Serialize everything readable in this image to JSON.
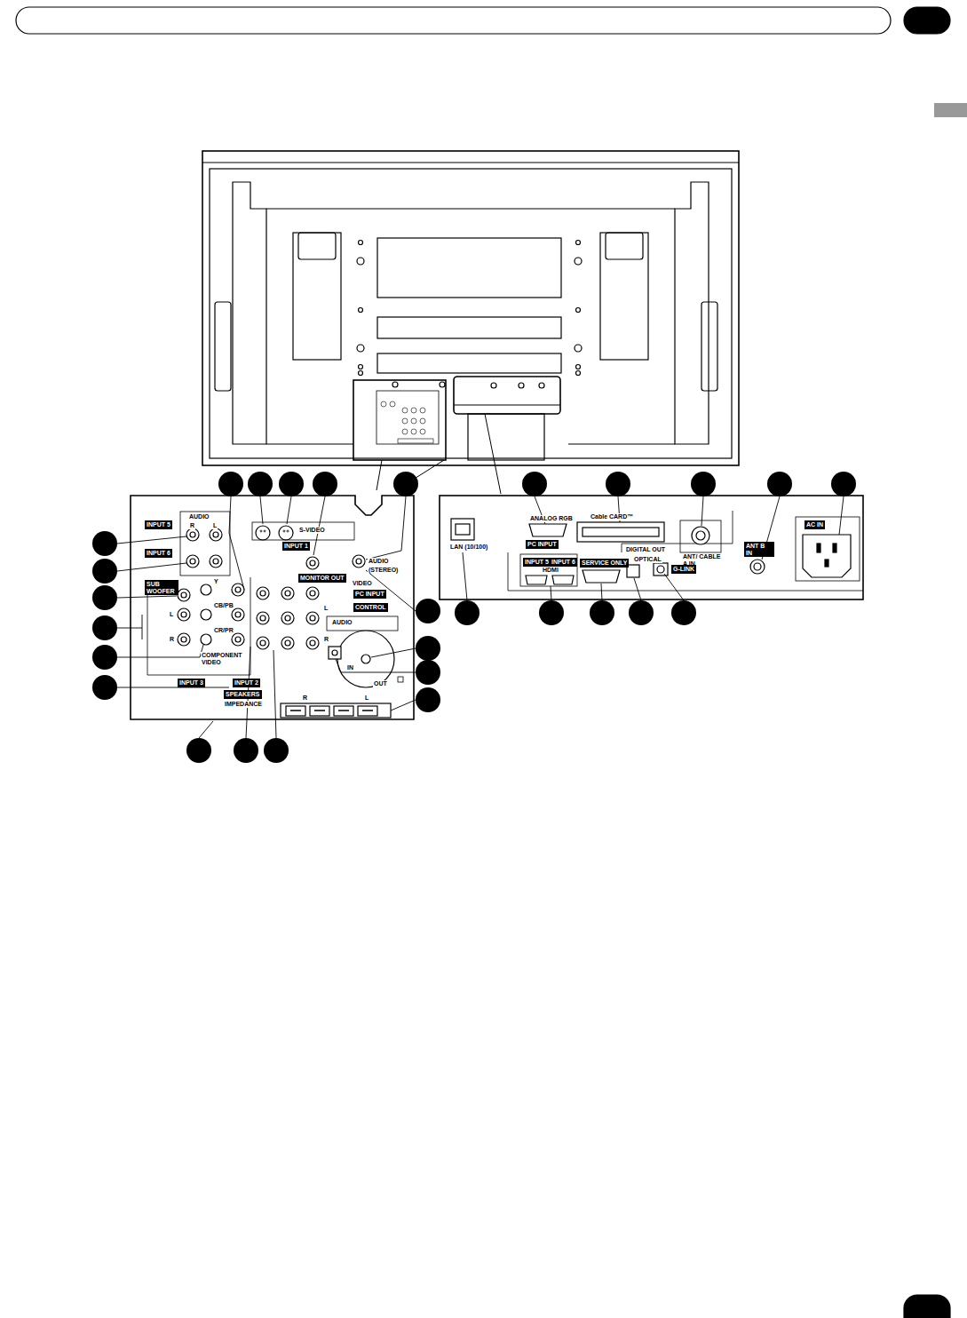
{
  "diagram": {
    "labels": [
      "INPUT 5",
      "AUDIO",
      "R",
      "L",
      "INPUT 6",
      "SUB WOOFER",
      "L",
      "R",
      "Y",
      "CB/PB",
      "CR/PR",
      "COMPONENT VIDEO",
      "INPUT 3",
      "INPUT 2",
      "SPEAKERS",
      "IMPEDANCE",
      "INPUT 1",
      "S-VIDEO",
      "MONITOR OUT",
      "VIDEO",
      "AUDIO",
      "(STEREO)",
      "PC INPUT",
      "L",
      "R",
      "CONTROL",
      "AUDIO",
      "IN",
      "OUT",
      "R",
      "L",
      "LAN (10/100)",
      "ANALOG RGB",
      "PC INPUT",
      "Cable CARD™",
      "ANT/ CABLE A IN",
      "ANT B IN",
      "AC IN",
      "INPUT 5",
      "INPUT 6",
      "HDMI",
      "SERVICE ONLY",
      "DIGITAL OUT",
      "OPTICAL",
      "G-LINK"
    ]
  }
}
